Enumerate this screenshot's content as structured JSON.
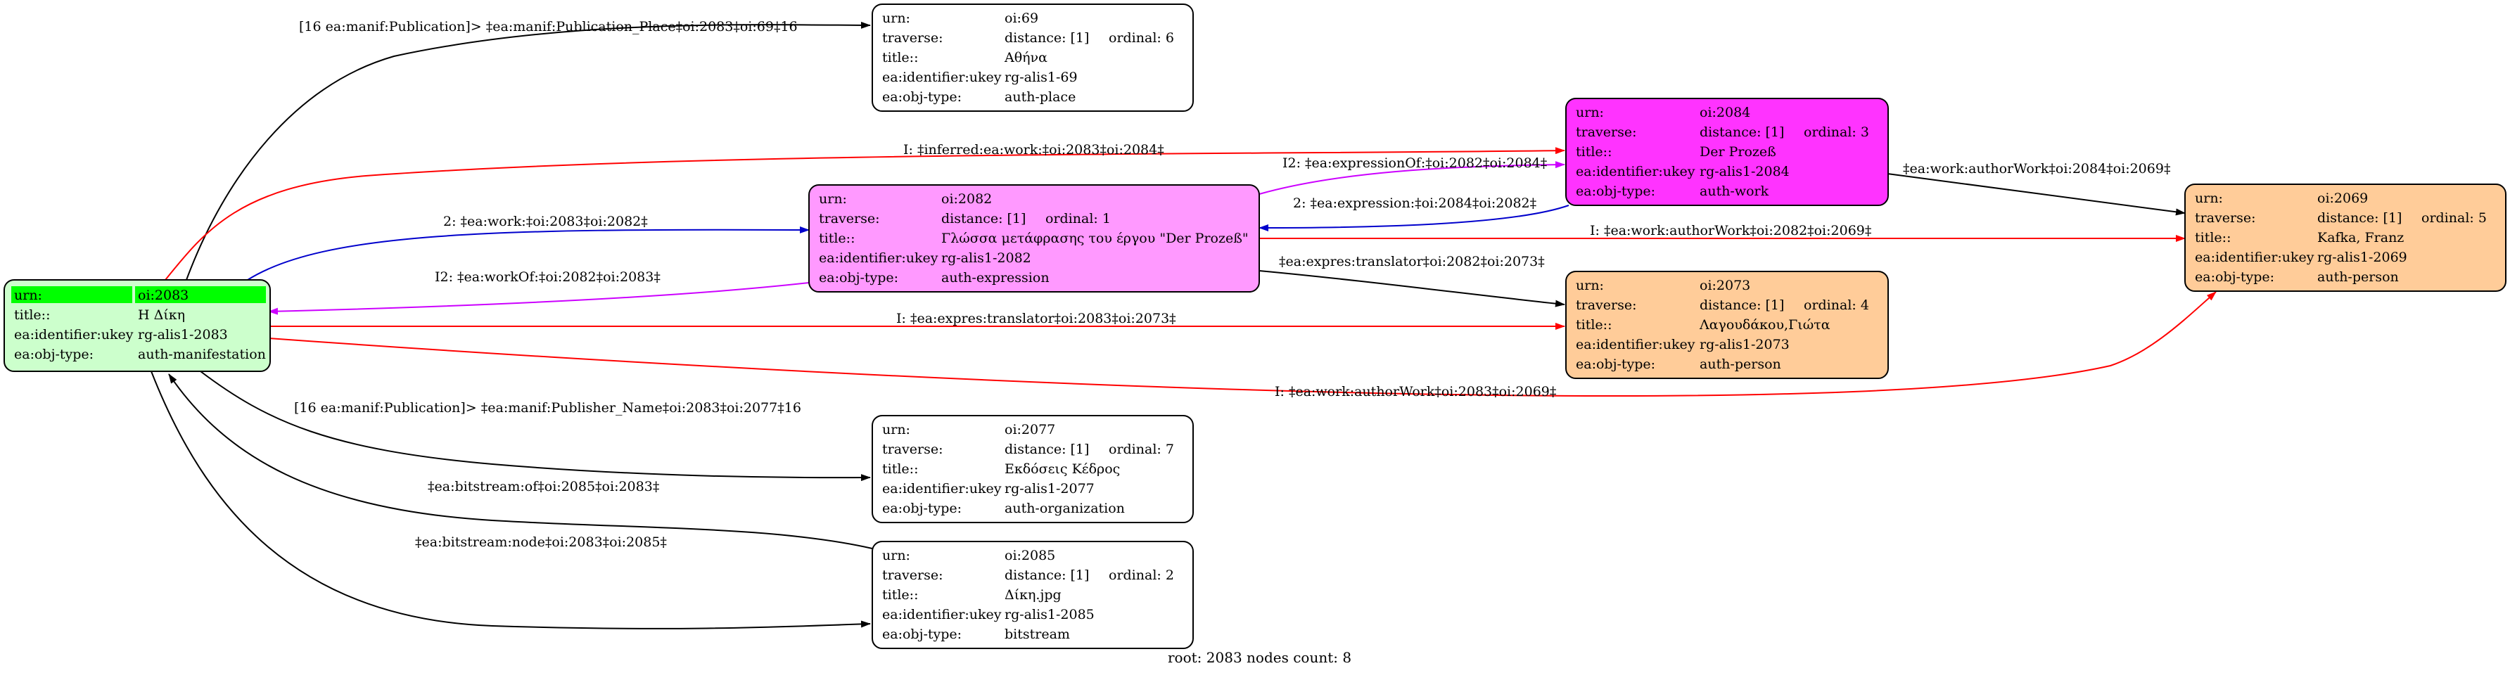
{
  "colors": {
    "root_fill": "#ccffcc",
    "root_highlight": "#00ff00",
    "expression_fill": "#ff99ff",
    "work_fill": "#ff33ff",
    "person_fill": "#ffcc99",
    "plain_fill": "#ffffff",
    "edge_black": "#000000",
    "edge_red": "#ff0000",
    "edge_blue": "#0000cc",
    "edge_magenta": "#cc00ff"
  },
  "nodes": {
    "n2083": {
      "rows": [
        {
          "k": "urn:",
          "v": "oi:2083"
        },
        {
          "k": "title::",
          "v": "Η Δίκη"
        },
        {
          "k": "ea:identifier:ukey",
          "v": "rg-alis1-2083"
        },
        {
          "k": "ea:obj-type:",
          "v": "auth-manifestation"
        }
      ]
    },
    "n69": {
      "rows": [
        {
          "k": "urn:",
          "v": "oi:69"
        },
        {
          "k": "traverse:",
          "v": "distance: [1]",
          "o": "ordinal: 6"
        },
        {
          "k": "title::",
          "v": "Αθήνα"
        },
        {
          "k": "ea:identifier:ukey",
          "v": "rg-alis1-69"
        },
        {
          "k": "ea:obj-type:",
          "v": "auth-place"
        }
      ]
    },
    "n2084": {
      "rows": [
        {
          "k": "urn:",
          "v": "oi:2084"
        },
        {
          "k": "traverse:",
          "v": "distance: [1]",
          "o": "ordinal: 3"
        },
        {
          "k": "title::",
          "v": "Der Prozeß"
        },
        {
          "k": "ea:identifier:ukey",
          "v": "rg-alis1-2084"
        },
        {
          "k": "ea:obj-type:",
          "v": "auth-work"
        }
      ]
    },
    "n2069": {
      "rows": [
        {
          "k": "urn:",
          "v": "oi:2069"
        },
        {
          "k": "traverse:",
          "v": "distance: [1]",
          "o": "ordinal: 5"
        },
        {
          "k": "title::",
          "v": "Kafka, Franz"
        },
        {
          "k": "ea:identifier:ukey",
          "v": "rg-alis1-2069"
        },
        {
          "k": "ea:obj-type:",
          "v": "auth-person"
        }
      ]
    },
    "n2082": {
      "rows": [
        {
          "k": "urn:",
          "v": "oi:2082"
        },
        {
          "k": "traverse:",
          "v": "distance: [1]",
          "o": "ordinal: 1"
        },
        {
          "k": "title::",
          "v": "Γλώσσα μετάφρασης του έργου \"Der Prozeß\""
        },
        {
          "k": "ea:identifier:ukey",
          "v": "rg-alis1-2082"
        },
        {
          "k": "ea:obj-type:",
          "v": "auth-expression"
        }
      ]
    },
    "n2073": {
      "rows": [
        {
          "k": "urn:",
          "v": "oi:2073"
        },
        {
          "k": "traverse:",
          "v": "distance: [1]",
          "o": "ordinal: 4"
        },
        {
          "k": "title::",
          "v": "Λαγουδάκου,Γιώτα"
        },
        {
          "k": "ea:identifier:ukey",
          "v": "rg-alis1-2073"
        },
        {
          "k": "ea:obj-type:",
          "v": "auth-person"
        }
      ]
    },
    "n2077": {
      "rows": [
        {
          "k": "urn:",
          "v": "oi:2077"
        },
        {
          "k": "traverse:",
          "v": "distance: [1]",
          "o": "ordinal: 7"
        },
        {
          "k": "title::",
          "v": "Εκδόσεις Κέδρος"
        },
        {
          "k": "ea:identifier:ukey",
          "v": "rg-alis1-2077"
        },
        {
          "k": "ea:obj-type:",
          "v": "auth-organization"
        }
      ]
    },
    "n2085": {
      "rows": [
        {
          "k": "urn:",
          "v": "oi:2085"
        },
        {
          "k": "traverse:",
          "v": "distance: [1]",
          "o": "ordinal: 2"
        },
        {
          "k": "title::",
          "v": "Δίκη.jpg"
        },
        {
          "k": "ea:identifier:ukey",
          "v": "rg-alis1-2085"
        },
        {
          "k": "ea:obj-type:",
          "v": "bitstream"
        }
      ]
    }
  },
  "edges": {
    "e_place": "[16 ea:manif:Publication]> ‡ea:manif:Publication_Place‡oi:2083‡oi:69‡16",
    "e_inferred": "I: ‡inferred:ea:work:‡oi:2083‡oi:2084‡",
    "e_work": "2: ‡ea:work:‡oi:2083‡oi:2082‡",
    "e_workof": "I2: ‡ea:workOf:‡oi:2082‡oi:2083‡",
    "e_expressionof": "I2: ‡ea:expressionOf:‡oi:2082‡oi:2084‡",
    "e_expression": "2: ‡ea:expression:‡oi:2084‡oi:2082‡",
    "e_authorwork_2084": "‡ea:work:authorWork‡oi:2084‡oi:2069‡",
    "e_authorwork_2082": "I: ‡ea:work:authorWork‡oi:2082‡oi:2069‡",
    "e_translator_2082": "‡ea:expres:translator‡oi:2082‡oi:2073‡",
    "e_translator_2083": "I: ‡ea:expres:translator‡oi:2083‡oi:2073‡",
    "e_authorwork_2083": "I: ‡ea:work:authorWork‡oi:2083‡oi:2069‡",
    "e_publisher": "[16 ea:manif:Publication]> ‡ea:manif:Publisher_Name‡oi:2083‡oi:2077‡16",
    "e_bitstream_of": "‡ea:bitstream:of‡oi:2085‡oi:2083‡",
    "e_bitstream_node": "‡ea:bitstream:node‡oi:2083‡oi:2085‡"
  },
  "footer": "root: 2083 nodes count: 8"
}
